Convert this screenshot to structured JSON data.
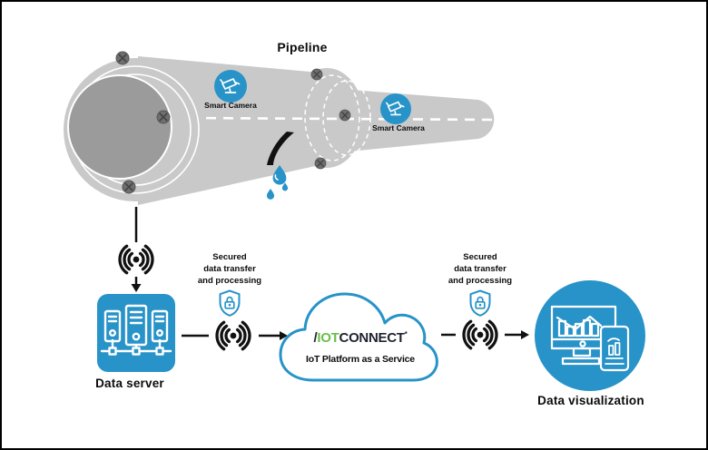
{
  "colors": {
    "accent_blue": "#2793C8",
    "pipe_gray": "#C9C9C9",
    "pipe_mouth_gray": "#9B9B9B",
    "bolt_gray": "#6E6E6E",
    "logo_green": "#6CBE4B",
    "logo_dark": "#1E2430",
    "text_black": "#0B0B0B"
  },
  "pipeline": {
    "title": "Pipeline",
    "cameras": [
      {
        "label": "Smart Camera"
      },
      {
        "label": "Smart Camera"
      }
    ]
  },
  "links": {
    "secured_left": {
      "line1": "Secured",
      "line2": "data transfer",
      "line3": "and processing"
    },
    "secured_right": {
      "line1": "Secured",
      "line2": "data transfer",
      "line3": "and processing"
    }
  },
  "nodes": {
    "data_server": {
      "label": "Data server"
    },
    "cloud": {
      "logo_prefix": "/",
      "logo_iot": "IOT",
      "logo_connect": "CONNECT",
      "logo_mark": "*",
      "tagline": "IoT Platform as a Service"
    },
    "data_visualization": {
      "label": "Data visualization"
    }
  },
  "icons": {
    "smart_camera": "cctv-camera-icon",
    "wireless": "wireless-signal-icon",
    "shield": "shield-lock-icon",
    "server": "server-rack-icon",
    "visualization": "monitor-chart-icon",
    "leak": "water-drop-icon"
  }
}
